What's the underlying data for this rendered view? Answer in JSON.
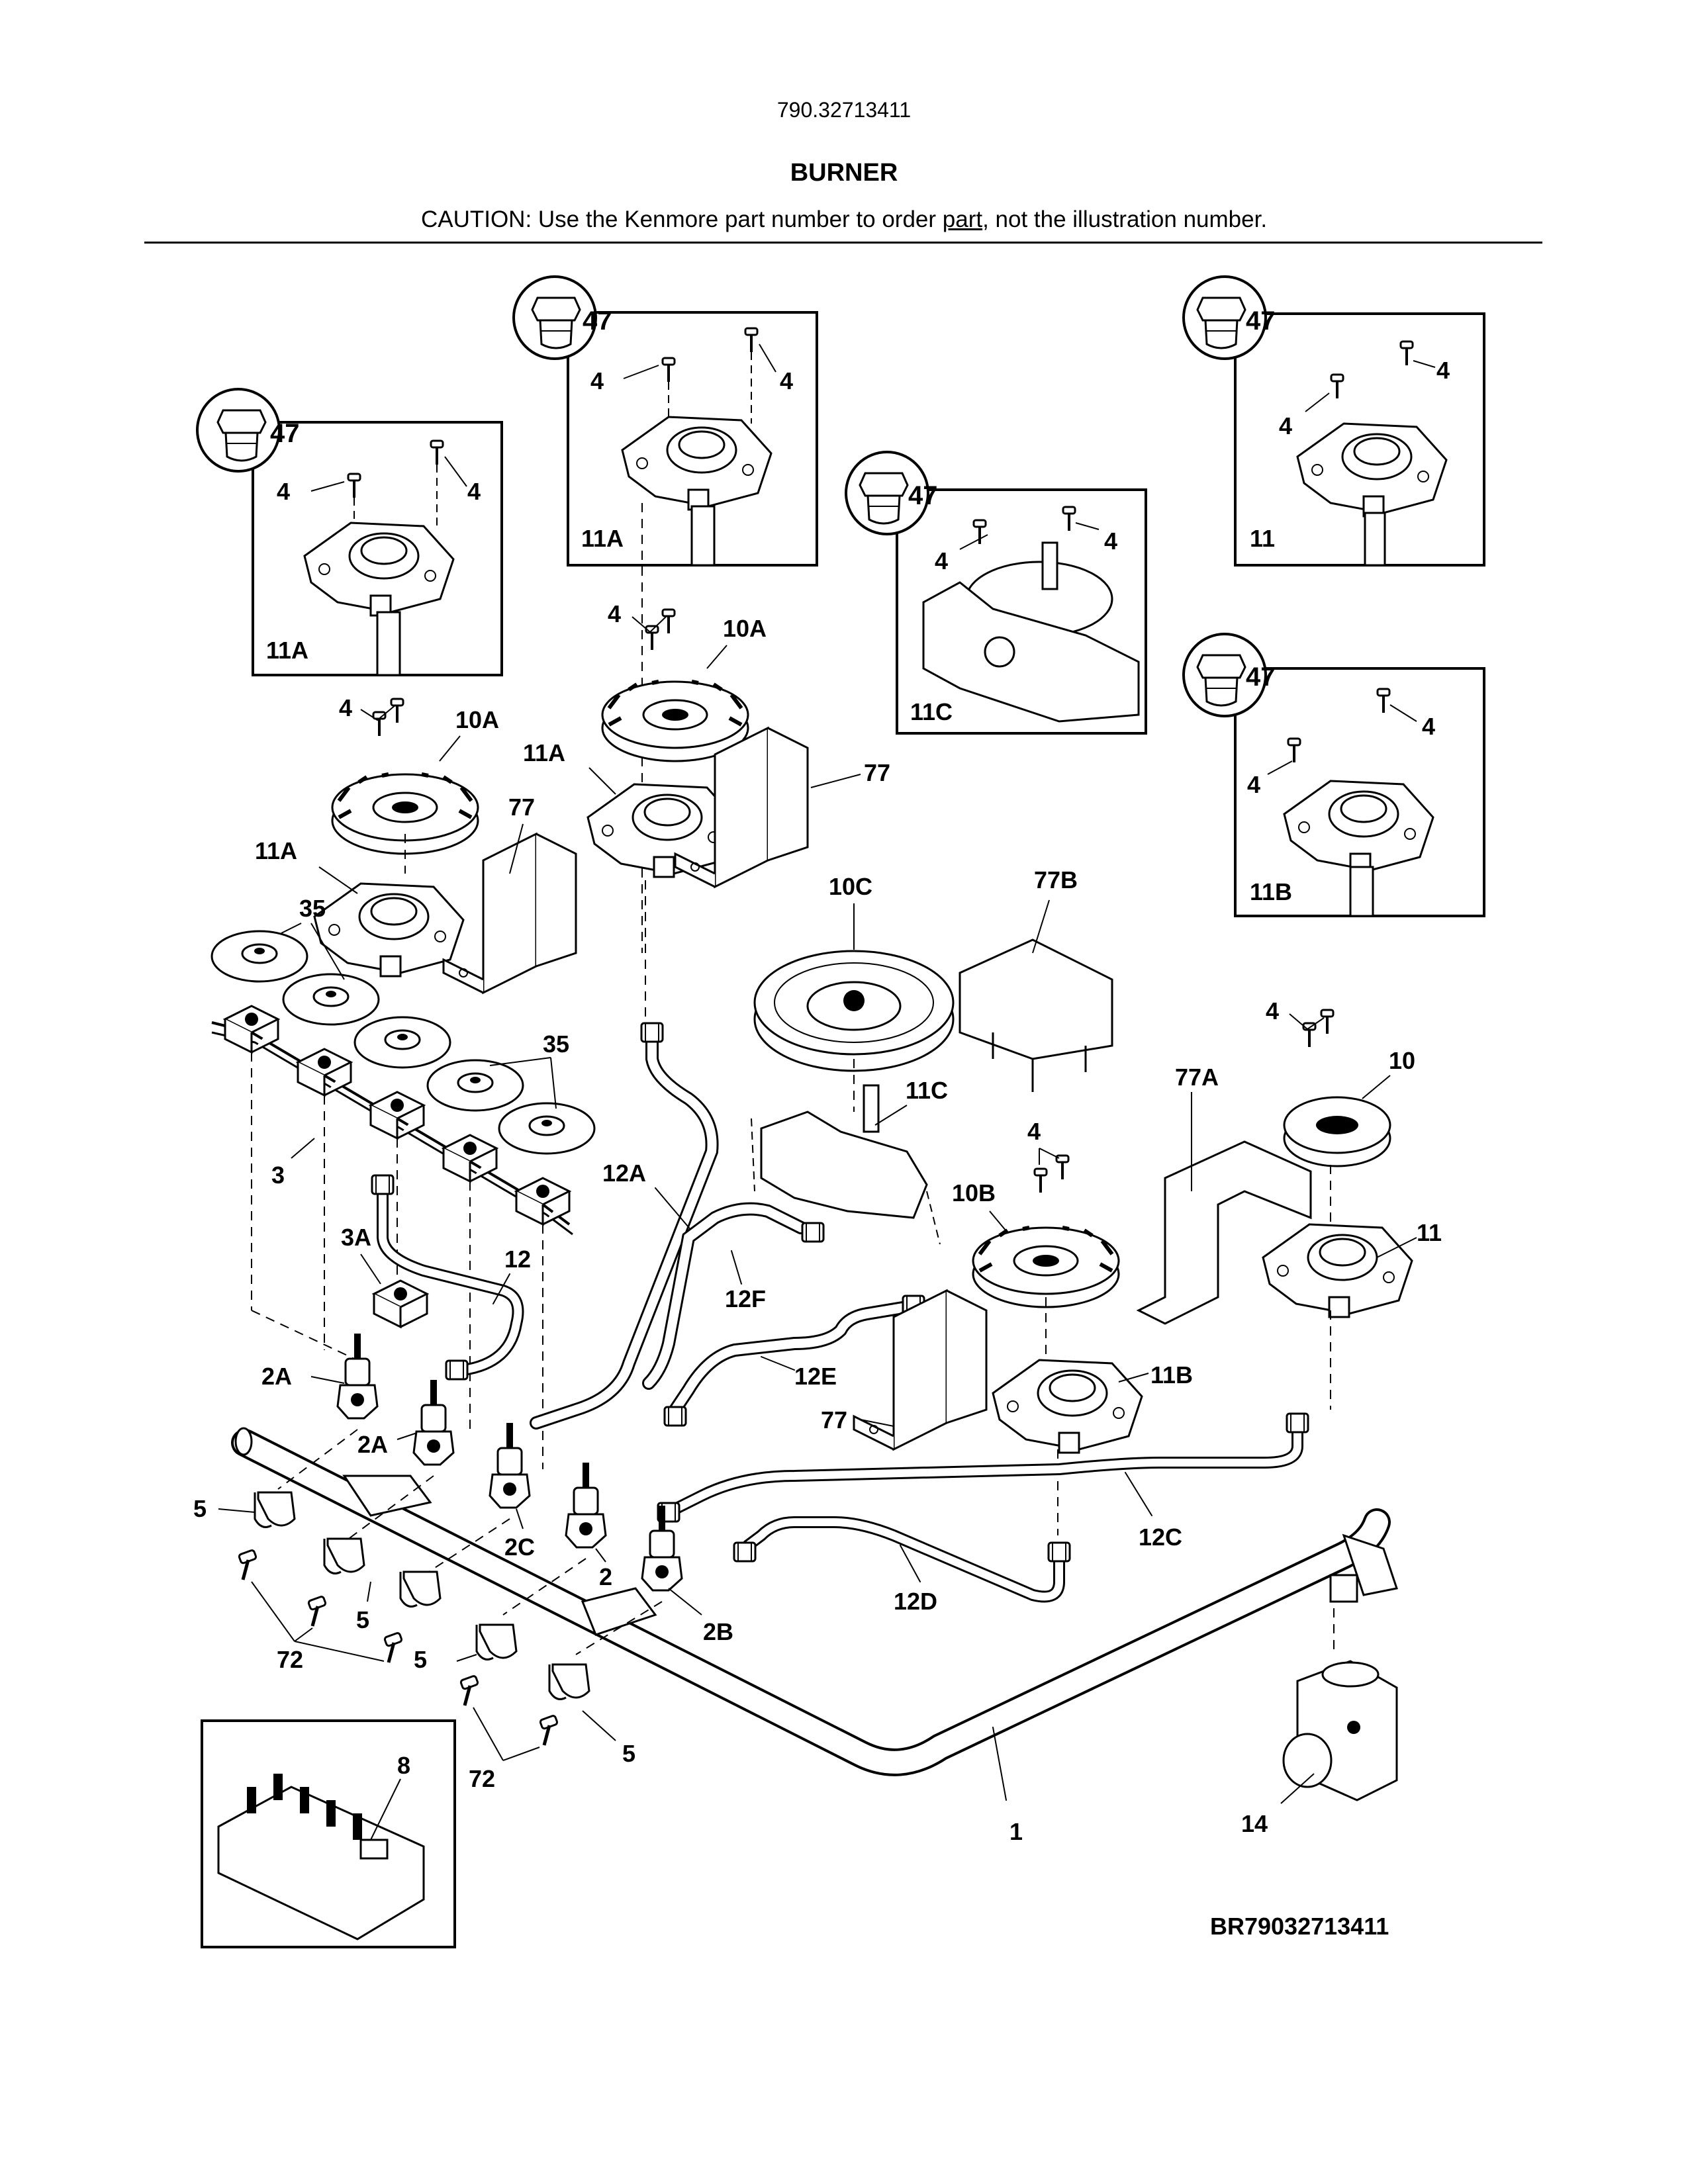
{
  "header": {
    "model_number": "790.32713411",
    "title": "BURNER",
    "caution_before": "CAUTION: Use the Kenmore part number to order ",
    "caution_link": "part",
    "caution_after": ", not the illustration number."
  },
  "footer": {
    "diagram_code": "BR79032713411"
  },
  "labels": {
    "insets": {
      "inset_11a_left": {
        "orifice": "47",
        "screw_a": "4",
        "screw_b": "4",
        "part": "11A"
      },
      "inset_11a_top": {
        "orifice": "47",
        "screw_a": "4",
        "screw_b": "4",
        "part": "11A"
      },
      "inset_11c": {
        "orifice": "47",
        "screw_a": "4",
        "screw_b": "4",
        "part": "11C"
      },
      "inset_11_right": {
        "orifice": "47",
        "screw_a": "4",
        "screw_b": "4",
        "part": "11"
      },
      "inset_11b_right": {
        "orifice": "47",
        "screw_a": "4",
        "screw_b": "4",
        "part": "11B"
      },
      "inset_8": {
        "part": "8"
      }
    },
    "parts": {
      "screw_4_head_left": "4",
      "cap_10a_left": "10A",
      "base_11a_left": "11A",
      "disc_35_top": "35",
      "disc_35_right": "35",
      "bracket_77_left": "77",
      "screw_4_head_mid": "4",
      "cap_10a_mid": "10A",
      "base_11a_mid": "11A",
      "bracket_77_mid": "77",
      "cap_10c": "10C",
      "bracket_77b": "77B",
      "base_11c": "11C",
      "screw_4_10b": "4",
      "cap_10b": "10B",
      "bracket_77a": "77A",
      "screw_4_10": "4",
      "cap_10": "10",
      "base_11": "11",
      "harness_3": "3",
      "switch_3a": "3A",
      "tube_12": "12",
      "tube_12a": "12A",
      "tube_12f": "12F",
      "tube_12e": "12E",
      "bracket_77_low": "77",
      "base_11b": "11B",
      "tube_12c": "12C",
      "tube_12d": "12D",
      "valve_2a_top": "2A",
      "valve_2a_low": "2A",
      "valve_2c": "2C",
      "valve_2": "2",
      "valve_2b": "2B",
      "clip_5_a": "5",
      "clip_5_b": "5",
      "clip_5_c": "5",
      "clip_5_d": "5",
      "screw_72_a": "72",
      "screw_72_b": "72",
      "manifold_1": "1",
      "regulator_14": "14"
    }
  }
}
